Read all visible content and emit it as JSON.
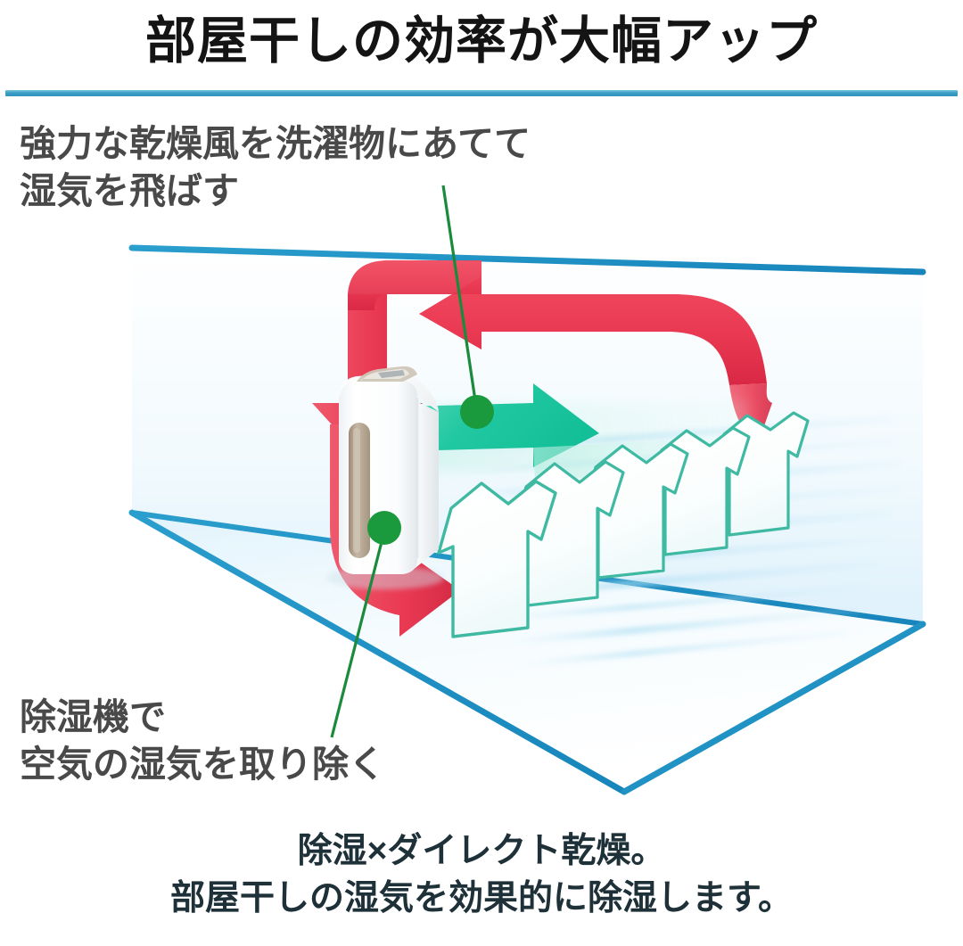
{
  "header": {
    "title": "部屋干しの効率が大幅アップ",
    "divider_color": "#3a9ec4"
  },
  "annotations": {
    "top": {
      "line1": "強力な乾燥風を洗濯物にあてて",
      "line2": "湿気を飛ばす",
      "marker": "green-dot",
      "marker_color": "#1a9a3c"
    },
    "bottom": {
      "line1": "除湿機で",
      "line2": "空気の湿気を取り除く",
      "marker": "green-dot",
      "marker_color": "#1a9a3c"
    }
  },
  "caption": {
    "line1": "除湿×ダイレクト乾燥。",
    "line2": "部屋干しの湿気を効果的に除湿します。",
    "color": "#1e3038"
  },
  "illustration": {
    "room_outline_color": "#1f93c9",
    "airflow_return_color": "#ea3a53",
    "airflow_dry_color": "#21c8a1",
    "laundry_outline_color": "#3fb9a2",
    "dehumidifier_body_color": "#ffffff",
    "dehumidifier_vent_color": "#b9a893",
    "room_label": "room-wireframe",
    "appliance_label": "dehumidifier",
    "laundry_count": 5
  },
  "colors": {
    "title_text": "#141414",
    "annotation_text": "#494949",
    "background": "#ffffff"
  }
}
